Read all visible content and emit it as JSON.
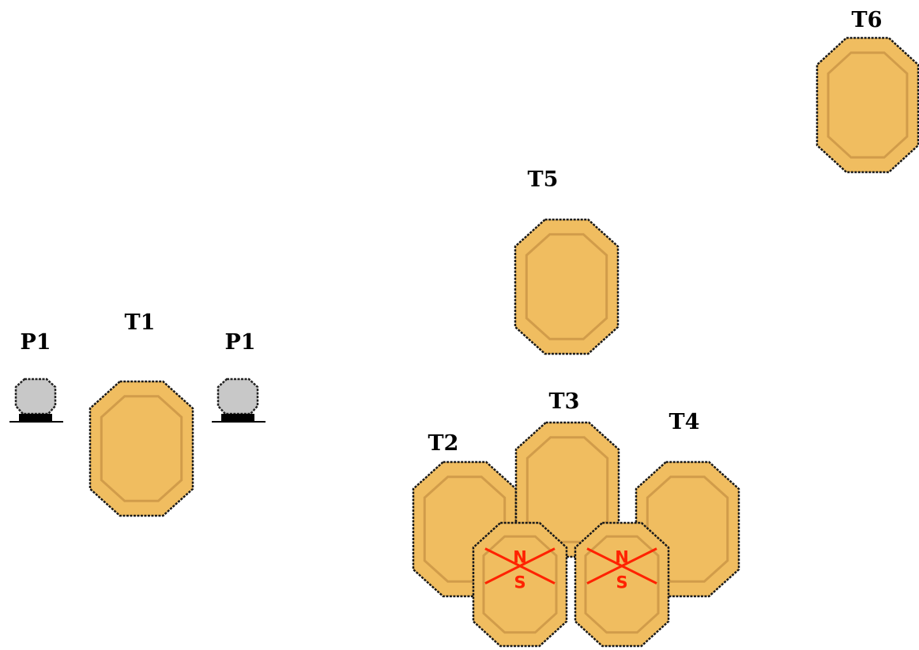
{
  "targets": [
    {
      "id": "t6",
      "label": "T6",
      "no_shoot": false
    },
    {
      "id": "t5",
      "label": "T5",
      "no_shoot": false
    },
    {
      "id": "t1",
      "label": "T1",
      "no_shoot": false
    },
    {
      "id": "t2",
      "label": "T2",
      "no_shoot": false
    },
    {
      "id": "t3",
      "label": "T3",
      "no_shoot": false
    },
    {
      "id": "t4",
      "label": "T4",
      "no_shoot": false
    },
    {
      "id": "ns-left",
      "label": "",
      "no_shoot": true,
      "ns_top": "N",
      "ns_bottom": "S"
    },
    {
      "id": "ns-right",
      "label": "",
      "no_shoot": true,
      "ns_top": "N",
      "ns_bottom": "S"
    }
  ],
  "poppers": [
    {
      "id": "p1-left",
      "label": "P1"
    },
    {
      "id": "p1-right",
      "label": "P1"
    }
  ],
  "colors": {
    "target_fill": "#f0bd60",
    "target_inner": "#d19c4a",
    "target_edge": "#1a1a1a",
    "popper_fill": "#c8c8c8",
    "popper_base": "#000000",
    "no_shoot_mark": "#ff2200"
  }
}
